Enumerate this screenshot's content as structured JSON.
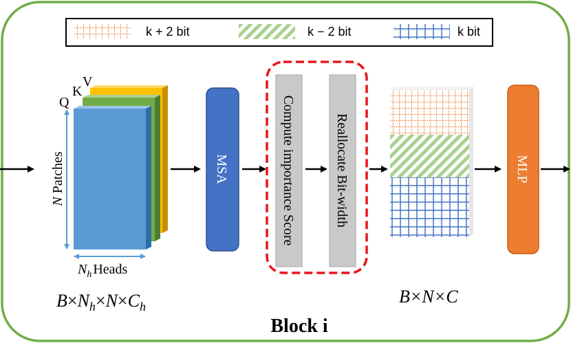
{
  "legend": {
    "items": [
      {
        "label": "k + 2 bit",
        "pattern": "dotted-grid-orange"
      },
      {
        "label": "k − 2 bit",
        "pattern": "diagonal-stripes-green"
      },
      {
        "label": "k bit",
        "pattern": "grid-blue"
      }
    ]
  },
  "qkv": {
    "q": "Q",
    "k": "K",
    "v": "V",
    "patches_n": "N",
    "patches_label": "Patches",
    "heads_n": "N",
    "heads_sub": "h",
    "heads_label": "Heads",
    "shape_B": "B",
    "shape_N": "N",
    "shape_C": "C",
    "shape_h": "h",
    "times": "×"
  },
  "msa": {
    "label": "MSA"
  },
  "score": {
    "label": "Compute importance Score"
  },
  "realloc": {
    "label": "Reallocate Bit-width"
  },
  "output_shape": "B×N×C",
  "mlp": {
    "label": "MLP"
  },
  "block_title": "Block i",
  "colors": {
    "frame_green": "#70ad47",
    "blue": "#5b9bd5",
    "green": "#70ad47",
    "yellow": "#ffc000",
    "msa_blue": "#4472c4",
    "dash_red": "#e8151b",
    "gray": "#c9c9c9",
    "mlp_orange": "#ed7d31",
    "grid_blue": "#4472c4",
    "dot_orange": "#ed7d31",
    "stripe_green": "#a9d18e"
  }
}
